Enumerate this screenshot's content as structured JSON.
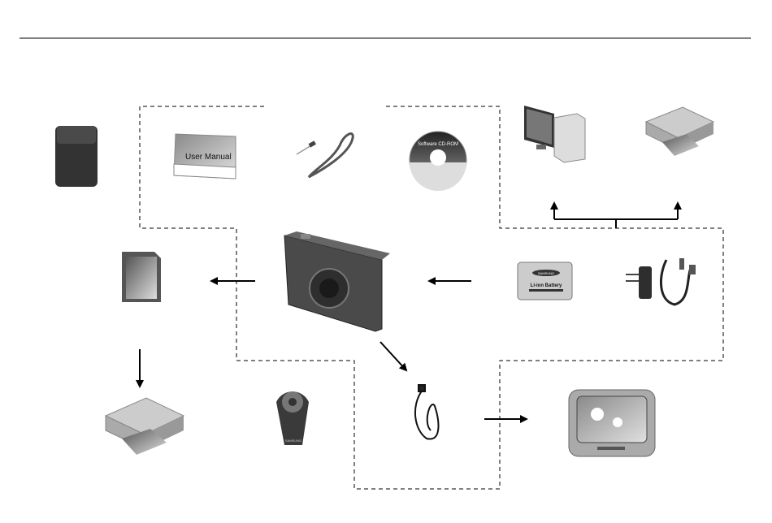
{
  "items": {
    "manual": {
      "label": "User Manual"
    },
    "cd": {
      "label": "Software CD-ROM"
    },
    "battery": {
      "brand": "SAMSUNG",
      "label": "Li-ion Battery"
    },
    "remote": {
      "brand": "SAMSUNG"
    }
  },
  "colors": {
    "line": "#000000",
    "product_gray": "#5a5a5a",
    "light_gray": "#cfcfcf"
  }
}
